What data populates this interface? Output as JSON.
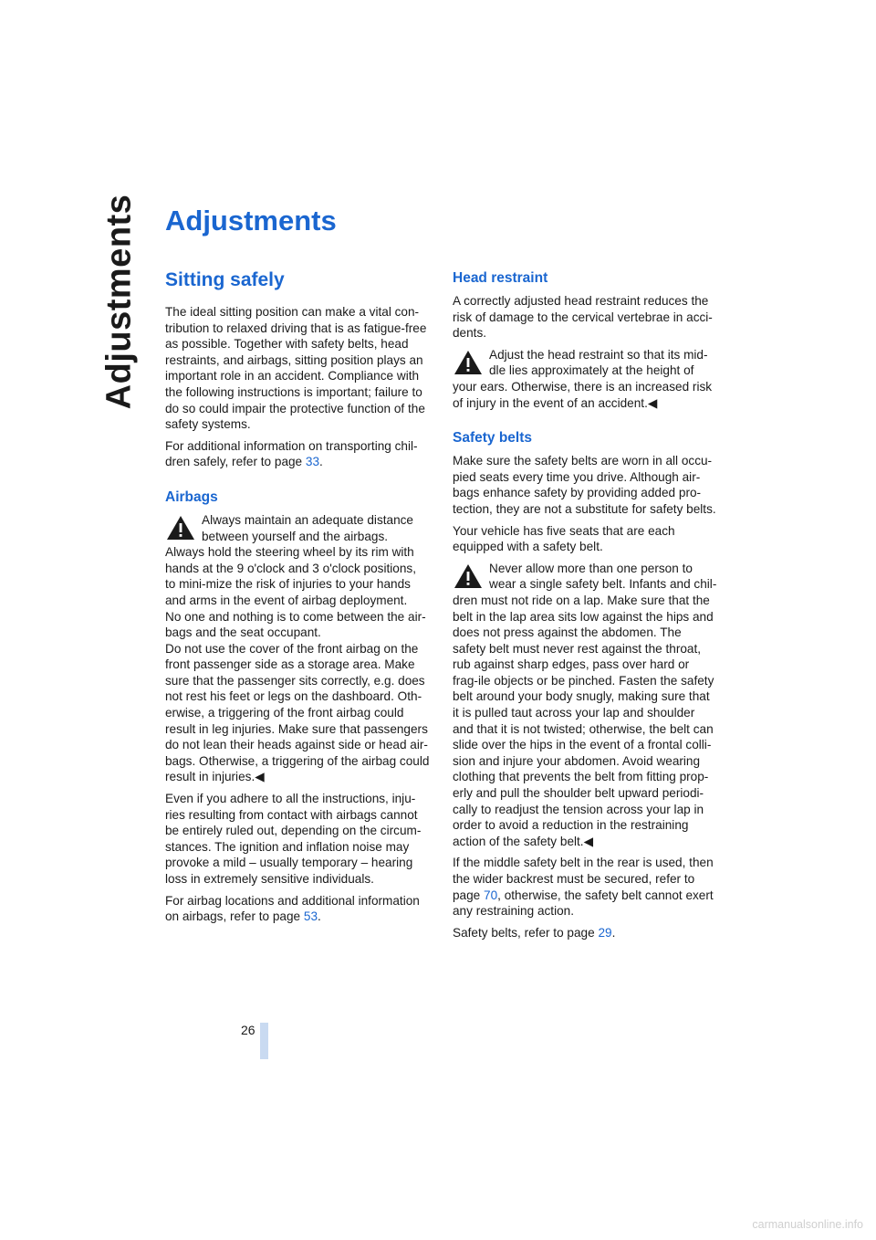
{
  "side_tab": "Adjustments",
  "page_title": "Adjustments",
  "left": {
    "heading": "Sitting safely",
    "intro_p1": "The ideal sitting position can make a vital con-tribution to relaxed driving that is as fatigue-free as possible. Together with safety belts, head restraints, and airbags, sitting position plays an important role in an accident. Compliance with the following instructions is important; failure to do so could impair the protective function of the safety systems.",
    "intro_p2_text": "For additional information on transporting chil-dren safely, refer to page ",
    "intro_p2_link": "33",
    "airbags_heading": "Airbags",
    "airbags_warn_1": "Always maintain an adequate distance between yourself and the airbags. Always hold the steering wheel by its rim with hands at the 9 o'clock and 3 o'clock positions, to mini-mize the risk of injuries to your hands and arms in the event of airbag deployment.",
    "airbags_warn_2": "No one and nothing is to come between the air-bags and the seat occupant.",
    "airbags_warn_3": "Do not use the cover of the front airbag on the front passenger side as a storage area. Make sure that the passenger sits correctly, e.g. does not rest his feet or legs on the dashboard. Oth-erwise, a triggering of the front airbag could result in leg injuries. Make sure that passengers do not lean their heads against side or head air-bags. Otherwise, a triggering of the airbag could result in injuries.◀",
    "airbags_p1": "Even if you adhere to all the instructions, inju-ries resulting from contact with airbags cannot be entirely ruled out, depending on the circum-stances. The ignition and inflation noise may provoke a mild – usually temporary – hearing loss in extremely sensitive individuals.",
    "airbags_p2_text": "For airbag locations and additional information on airbags, refer to page ",
    "airbags_p2_link": "53"
  },
  "right": {
    "head_heading": "Head restraint",
    "head_p1": "A correctly adjusted head restraint reduces the risk of damage to the cervical vertebrae in acci-dents.",
    "head_warn": "Adjust the head restraint so that its mid-dle lies approximately at the height of your ears. Otherwise, there is an increased risk of injury in the event of an accident.◀",
    "belts_heading": "Safety belts",
    "belts_p1": "Make sure the safety belts are worn in all occu-pied seats every time you drive. Although air-bags enhance safety by providing added pro-tection, they are not a substitute for safety belts.",
    "belts_p2": "Your vehicle has five seats that are each equipped with a safety belt.",
    "belts_warn": "Never allow more than one person to wear a single safety belt. Infants and chil-dren must not ride on a lap. Make sure that the belt in the lap area sits low against the hips and does not press against the abdomen. The safety belt must never rest against the throat, rub against sharp edges, pass over hard or frag-ile objects or be pinched. Fasten the safety belt around your body snugly, making sure that it is pulled taut across your lap and shoulder and that it is not twisted; otherwise, the belt can slide over the hips in the event of a frontal colli-sion and injure your abdomen. Avoid wearing clothing that prevents the belt from fitting prop-erly and pull the shoulder belt upward periodi-cally to readjust the tension across your lap in order to avoid a reduction in the restraining action of the safety belt.◀",
    "belts_p3_a": "If the middle safety belt in the rear is used, then the wider backrest must be secured, refer to page ",
    "belts_p3_link": "70",
    "belts_p3_b": ", otherwise, the safety belt cannot exert any restraining action.",
    "belts_p4_text": "Safety belts, refer to page ",
    "belts_p4_link": "29"
  },
  "page_number": "26",
  "watermark": "carmanualsonline.info",
  "icons": {
    "warning": "warning-triangle-icon"
  },
  "colors": {
    "accent": "#1a66d0",
    "page_bar": "#c9daf1"
  }
}
